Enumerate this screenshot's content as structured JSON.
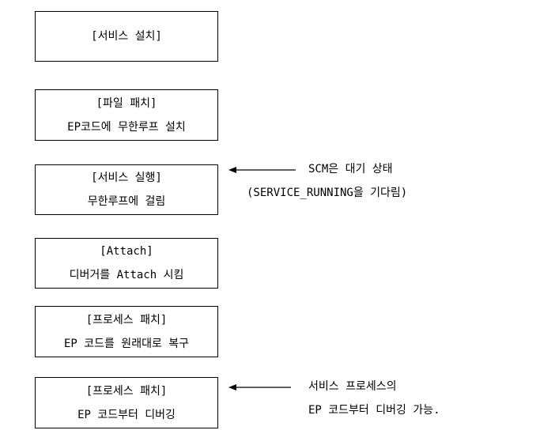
{
  "steps": [
    {
      "lines": [
        "[서비스 설치]"
      ]
    },
    {
      "lines": [
        "[파일 패치]",
        "EP코드에 무한루프 설치"
      ]
    },
    {
      "lines": [
        "[서비스 실행]",
        "무한루프에 걸림"
      ]
    },
    {
      "lines": [
        "[Attach]",
        "디버거를 Attach 시킴"
      ]
    },
    {
      "lines": [
        "[프로세스 패치]",
        "EP 코드를 원래대로 복구"
      ]
    },
    {
      "lines": [
        "[프로세스 패치]",
        "EP 코드부터 디버깅"
      ]
    }
  ],
  "notes": [
    {
      "target_step": 2,
      "lines": [
        "SCM은 대기 상태",
        "(SERVICE_RUNNING을 기다림)"
      ]
    },
    {
      "target_step": 5,
      "lines": [
        "서비스 프로세스의",
        "EP 코드부터 디버깅 가능."
      ]
    }
  ],
  "colors": {
    "line": "#000000",
    "background": "#ffffff"
  }
}
